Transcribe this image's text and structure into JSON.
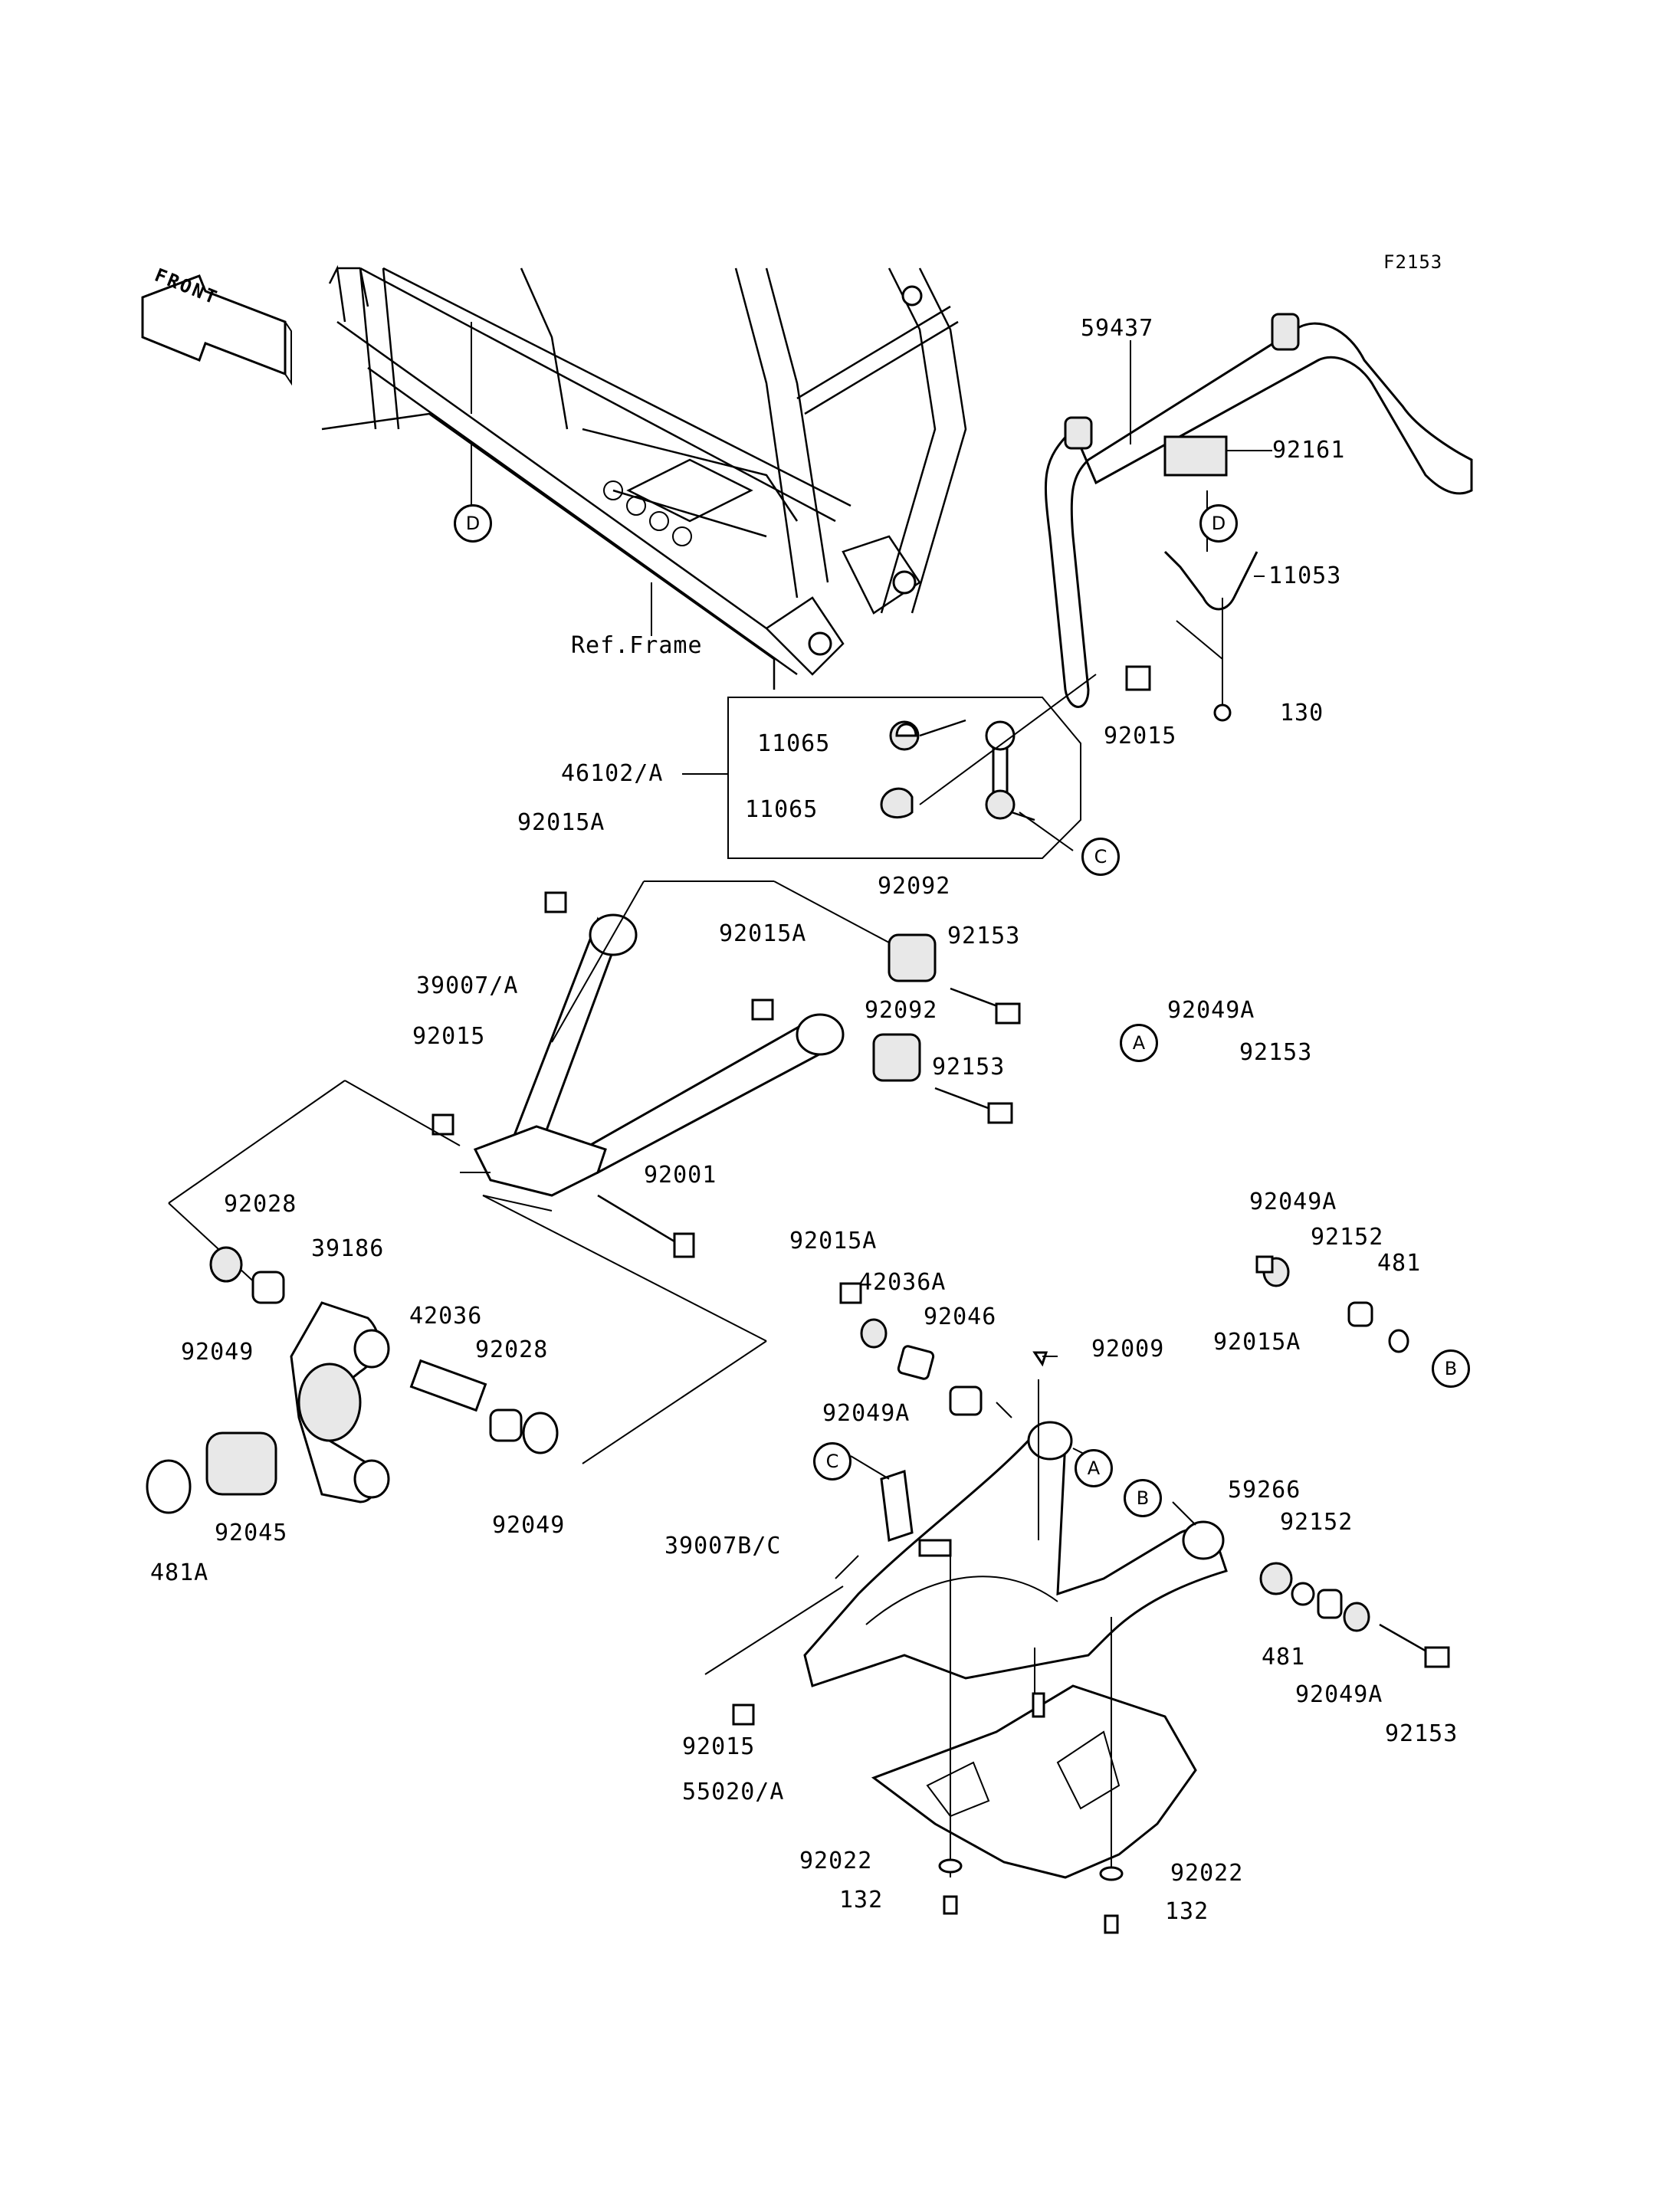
{
  "figure_code": "F2153",
  "front_label": "FRONT",
  "ref_frame": "Ref.Frame",
  "callouts": {
    "a1": "A",
    "a2": "A",
    "b1": "B",
    "b2": "B",
    "c1": "C",
    "c2": "C",
    "d1": "D",
    "d2": "D"
  },
  "parts": {
    "p59437": "59437",
    "p92161": "92161",
    "p11053": "11053",
    "p130": "130",
    "p92015_top": "92015",
    "p11065_a": "11065",
    "p11065_b": "11065",
    "p46102A": "46102/A",
    "p92015A_1": "92015A",
    "p92092_1": "92092",
    "p92153_1": "92153",
    "p92015A_2": "92015A",
    "p39007A": "39007/A",
    "p92092_2": "92092",
    "p92015_mid": "92015",
    "p92153_2": "92153",
    "p92049A_1": "92049A",
    "p92153_3": "92153",
    "p92001": "92001",
    "p92028_1": "92028",
    "p39186": "39186",
    "p92049_1": "92049",
    "p42036": "42036",
    "p92028_2": "92028",
    "p92049_2": "92049",
    "p92045": "92045",
    "p481A": "481A",
    "p92049A_2": "92049A",
    "p92152_1": "92152",
    "p481_1": "481",
    "p92015A_3": "92015A",
    "p92015A_4": "92015A",
    "p42036A": "42036A",
    "p92046": "92046",
    "p92009": "92009",
    "p92049A_3": "92049A",
    "p59266": "59266",
    "p92152_2": "92152",
    "p39007BC": "39007B/C",
    "p481_2": "481",
    "p92049A_4": "92049A",
    "p92153_4": "92153",
    "p92015_bot": "92015",
    "p55020A": "55020/A",
    "p92022_1": "92022",
    "p92022_2": "92022",
    "p132_1": "132",
    "p132_2": "132"
  }
}
